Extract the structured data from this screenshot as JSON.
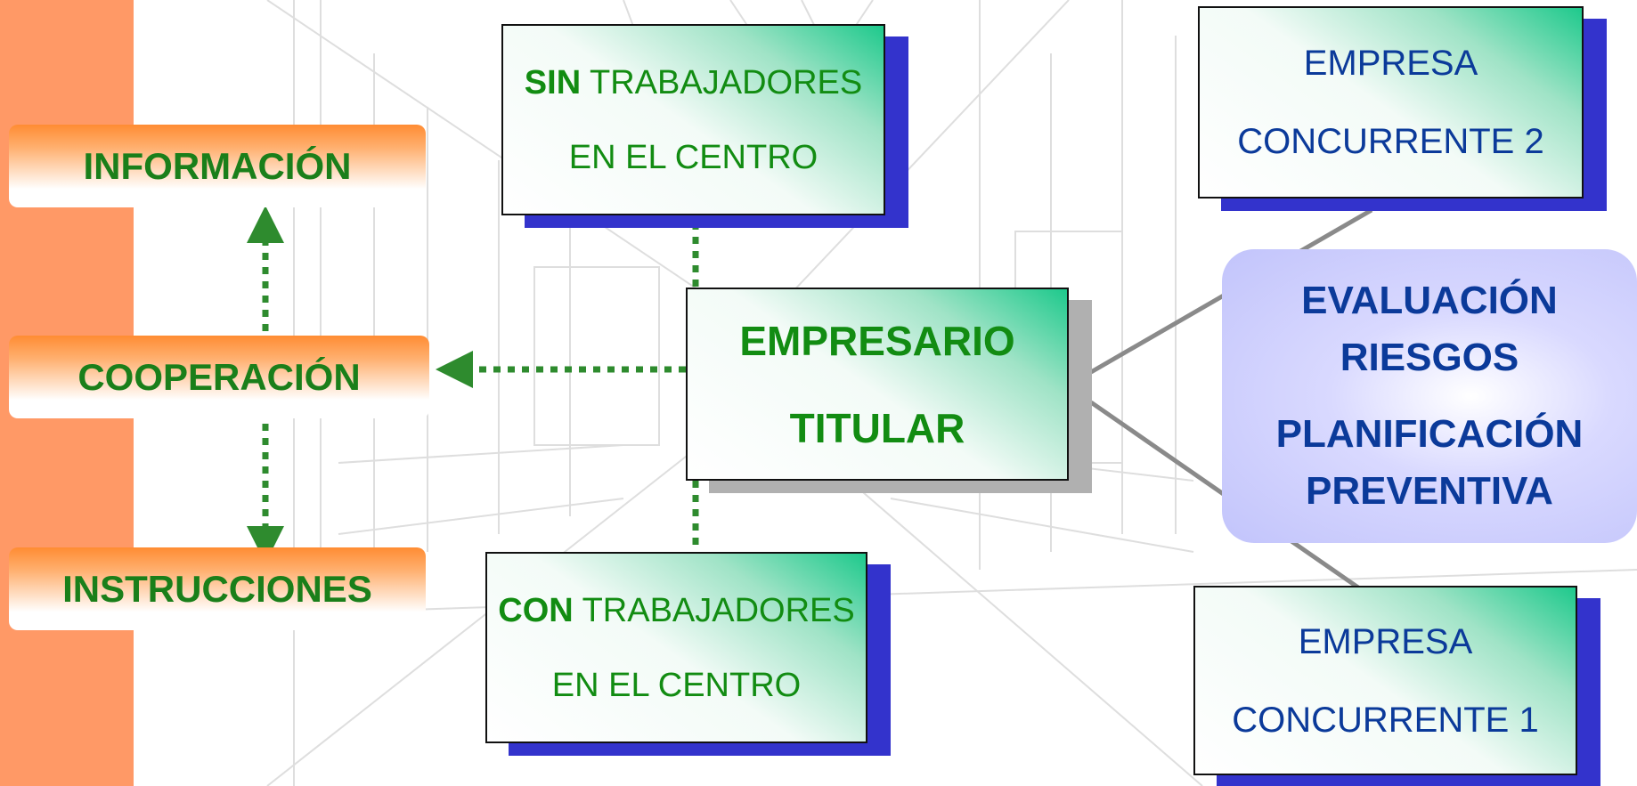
{
  "left_pills": {
    "top": "INFORMACIÓN",
    "middle": "COOPERACIÓN",
    "bottom": "INSTRUCCIONES"
  },
  "sin_box": {
    "bold": "SIN",
    "rest": " TRABAJADORES",
    "line2": "EN EL CENTRO"
  },
  "con_box": {
    "bold": "CON",
    "rest": " TRABAJADORES",
    "line2": "EN EL CENTRO"
  },
  "center_box": {
    "line1": "EMPRESARIO",
    "line2": "TITULAR"
  },
  "concurrente_2": {
    "line1": "EMPRESA",
    "line2": "CONCURRENTE 2"
  },
  "concurrente_1": {
    "line1": "EMPRESA",
    "line2": "CONCURRENTE 1"
  },
  "eval_box": {
    "line1": "EVALUACIÓN",
    "line2": "RIESGOS",
    "line3": "PLANIFICACIÓN",
    "line4": "PREVENTIVA"
  },
  "colors": {
    "side_strip": "#ff9966",
    "green_text": "#128c12",
    "blue_text": "#0b3a9a",
    "box_shadow": "#3333cc",
    "dotted_arrow": "#2e8b2e"
  }
}
